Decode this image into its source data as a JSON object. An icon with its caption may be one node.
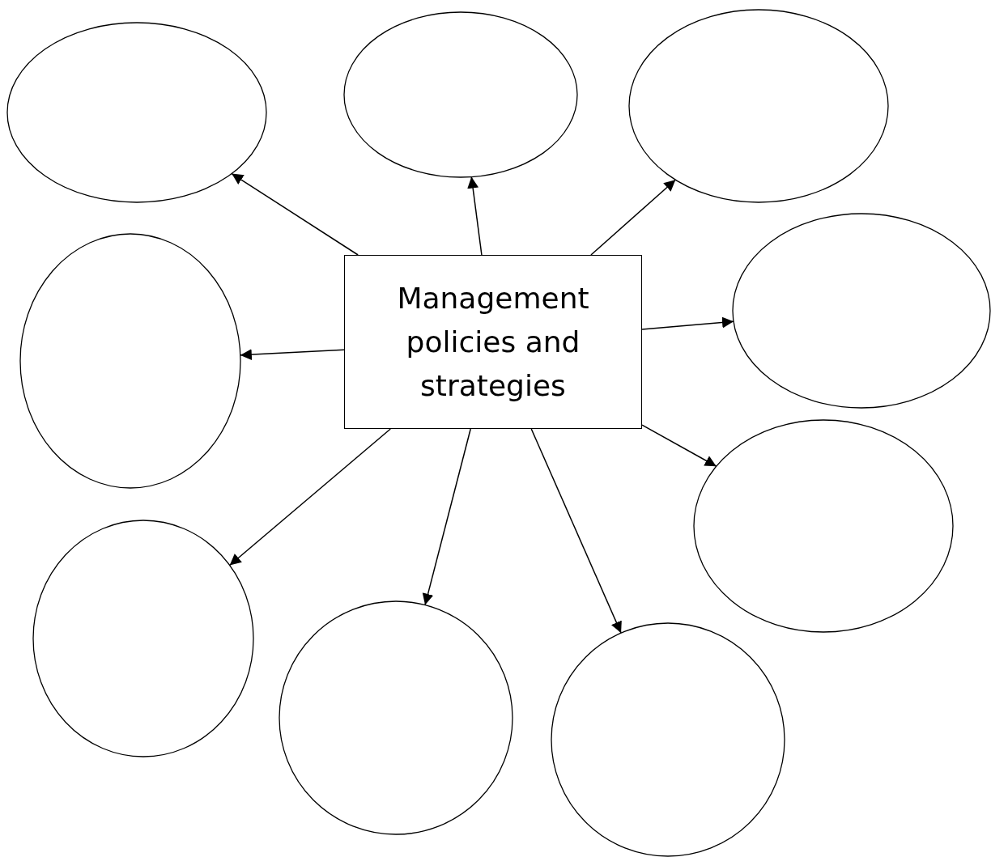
{
  "diagram": {
    "nodes": [
      {
        "text": [],
        "shape": "ellipse"
      },
      {
        "text": [],
        "shape": "ellipse"
      },
      {
        "text": [],
        "shape": "ellipse"
      },
      {
        "text": [],
        "shape": "ellipse"
      },
      {
        "text": [],
        "shape": "ellipse"
      },
      {
        "text": [
          "Management policies and strategies"
        ]
      },
      {
        "text": [],
        "shape": "ellipse"
      },
      {
        "text": [],
        "shape": "ellipse"
      },
      {
        "text": [],
        "shape": "ellipse"
      },
      {
        "text": [],
        "shape": "ellipse"
      }
    ],
    "edges": [
      {
        "from": 5,
        "to": 0,
        "arrow": "to"
      },
      {
        "from": 5,
        "to": 1,
        "arrow": "to"
      },
      {
        "from": 5,
        "to": 2,
        "arrow": "to"
      },
      {
        "from": 5,
        "to": 3,
        "arrow": "to"
      },
      {
        "from": 5,
        "to": 4,
        "arrow": "to"
      },
      {
        "from": 5,
        "to": 6,
        "arrow": "to"
      },
      {
        "from": 5,
        "to": 7,
        "arrow": "to"
      },
      {
        "from": 5,
        "to": 8,
        "arrow": "to"
      },
      {
        "from": 5,
        "to": 9,
        "arrow": "to"
      }
    ]
  }
}
